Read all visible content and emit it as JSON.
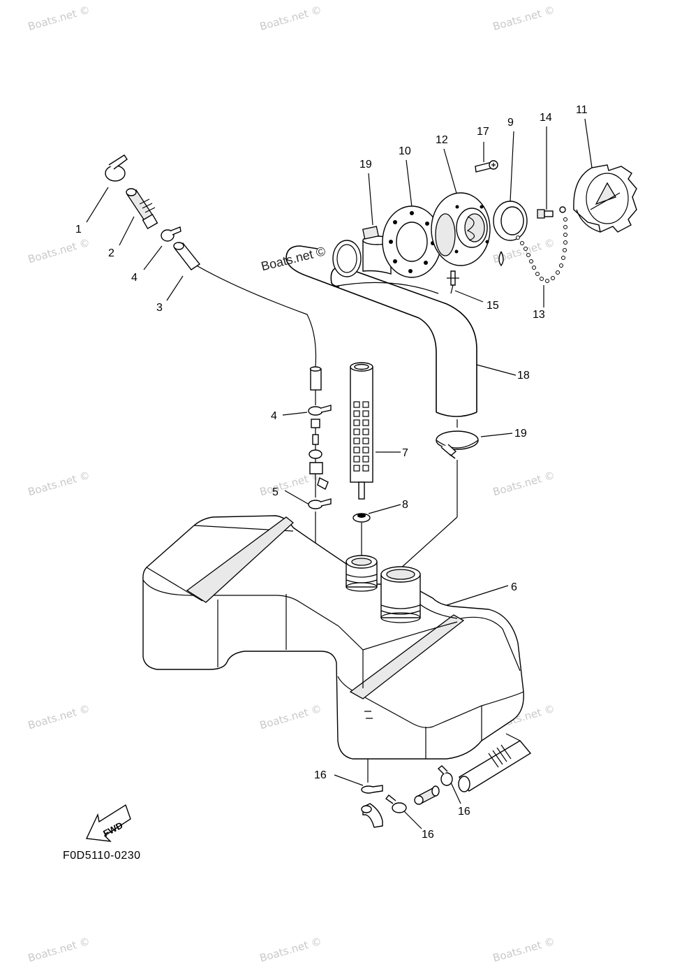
{
  "watermarks": {
    "text": "Boats.net ©",
    "main": "Boats.net ©"
  },
  "figure_code": "F0D5110-0230",
  "fwd_label": "FWD",
  "callouts": {
    "c1": "1",
    "c2": "2",
    "c3": "3",
    "c4a": "4",
    "c4b": "4",
    "c5": "5",
    "c6": "6",
    "c7": "7",
    "c8": "8",
    "c9": "9",
    "c10": "10",
    "c11": "11",
    "c12": "12",
    "c13": "13",
    "c14": "14",
    "c15": "15",
    "c16a": "16",
    "c16b": "16",
    "c16c": "16",
    "c17": "17",
    "c18": "18",
    "c19a": "19",
    "c19b": "19"
  },
  "colors": {
    "line": "#000000",
    "watermark": "#c9c9c9"
  }
}
